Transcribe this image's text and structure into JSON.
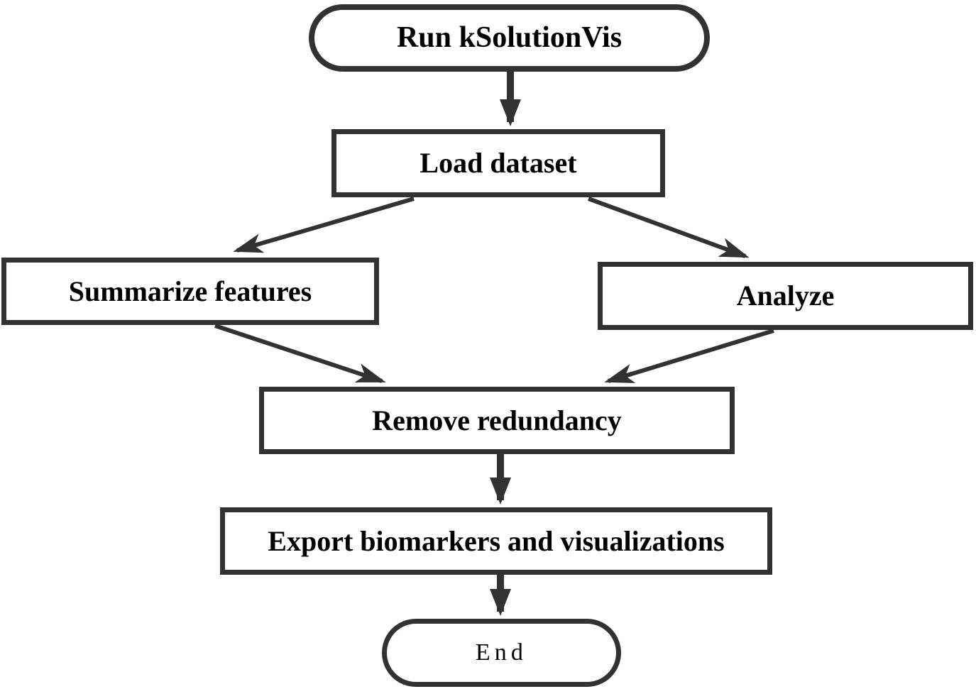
{
  "diagram": {
    "type": "flowchart",
    "background_color": "#ffffff",
    "stroke_color": "#323232",
    "text_color": "#000000",
    "nodes": {
      "start": {
        "label": "Run kSolutionVis",
        "shape": "terminator"
      },
      "load_dataset": {
        "label": "Load dataset",
        "shape": "process"
      },
      "summarize_features": {
        "label": "Summarize features",
        "shape": "process"
      },
      "analyze": {
        "label": "Analyze",
        "shape": "process"
      },
      "remove_redundancy": {
        "label": "Remove redundancy",
        "shape": "process"
      },
      "export_biomarkers": {
        "label": "Export biomarkers and visualizations",
        "shape": "process"
      },
      "end": {
        "label": "End",
        "shape": "terminator"
      }
    },
    "edges": [
      {
        "from": "start",
        "to": "load_dataset"
      },
      {
        "from": "load_dataset",
        "to": "summarize_features"
      },
      {
        "from": "load_dataset",
        "to": "analyze"
      },
      {
        "from": "summarize_features",
        "to": "remove_redundancy"
      },
      {
        "from": "analyze",
        "to": "remove_redundancy"
      },
      {
        "from": "remove_redundancy",
        "to": "export_biomarkers"
      },
      {
        "from": "export_biomarkers",
        "to": "end"
      }
    ]
  }
}
